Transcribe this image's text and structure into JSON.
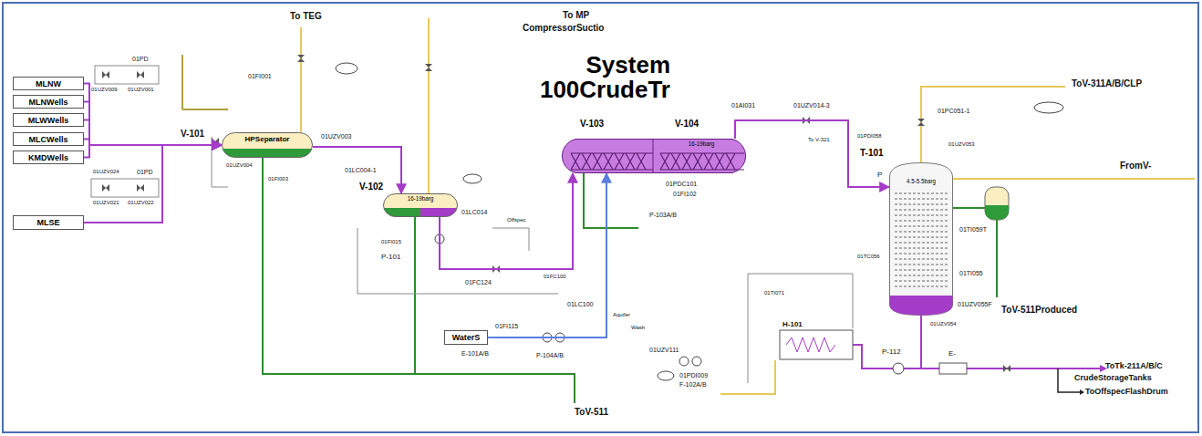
{
  "diagram": {
    "title": "System 100CrudeTr",
    "nodes": [
      {
        "text": [
          "MLNW"
        ]
      },
      {
        "text": [
          "MLNWells"
        ]
      },
      {
        "text": [
          "MLWWells"
        ]
      },
      {
        "text": [
          "MLCWells"
        ]
      },
      {
        "text": [
          "KMDWells"
        ]
      },
      {
        "text": [
          "MLSE"
        ]
      },
      {
        "text": [
          "HPSeparator"
        ]
      },
      {
        "text": [
          "V-102",
          "16-19barg"
        ]
      },
      {
        "text": [
          "V-103"
        ]
      },
      {
        "text": [
          "V-104",
          "16-19barg"
        ]
      },
      {
        "text": [
          "T-101",
          "4.5-5.5barg"
        ]
      },
      {
        "text": [
          "WaterS"
        ]
      }
    ],
    "edges": [
      {
        "from": 0,
        "to": 6,
        "arrow": "to"
      },
      {
        "from": 1,
        "to": 6,
        "arrow": "to"
      },
      {
        "from": 2,
        "to": 6,
        "arrow": "to"
      },
      {
        "from": 3,
        "to": 6,
        "arrow": "to"
      },
      {
        "from": 4,
        "to": 6,
        "arrow": "to"
      },
      {
        "from": 5,
        "to": 6,
        "arrow": "to"
      },
      {
        "from": 6,
        "to": 7,
        "arrow": "to"
      },
      {
        "from": 7,
        "to": 8,
        "arrow": "to"
      },
      {
        "from": 9,
        "to": 10,
        "arrow": "to"
      },
      {
        "from": 11,
        "to": 8,
        "arrow": "to"
      }
    ],
    "labels": [
      "V-101",
      "01PD",
      "01UZV009",
      "01UZV001",
      "01UZV024",
      "01PD",
      "01UZV021",
      "01UZV022",
      "01FI001",
      "01UZV003",
      "01UZV004",
      "01FI003",
      "01LC004-1",
      "01LC014",
      "01FI015",
      "P-101",
      "Offspec",
      "01FC124",
      "01FC100",
      "01LC100",
      "01PDC101",
      "01FI102",
      "P-103A/B",
      "Aquifer",
      "Wash",
      "01FI115",
      "E-101A/B",
      "P-104A/B",
      "01UZV111",
      "01PDI009",
      "F-102A/B",
      "01AI031",
      "01UZV014-3",
      "To V-321",
      "01PDI058",
      "P",
      "01PC051-1",
      "01UZV053",
      "01TI059T",
      "01TC056",
      "01TI055",
      "01UZV055F",
      "01UZV054",
      "H-101",
      "01TI071",
      "P-112",
      "E-",
      "To TEG",
      "To MP",
      "CompressorSuctio",
      "ToV-311A/B/CLP",
      "FromV-",
      "ToV-511Produced",
      "ToTk-211A/B/C",
      "CrudeStorageTanks",
      "ToOffspecFlashDrum",
      "ToV-511"
    ]
  }
}
